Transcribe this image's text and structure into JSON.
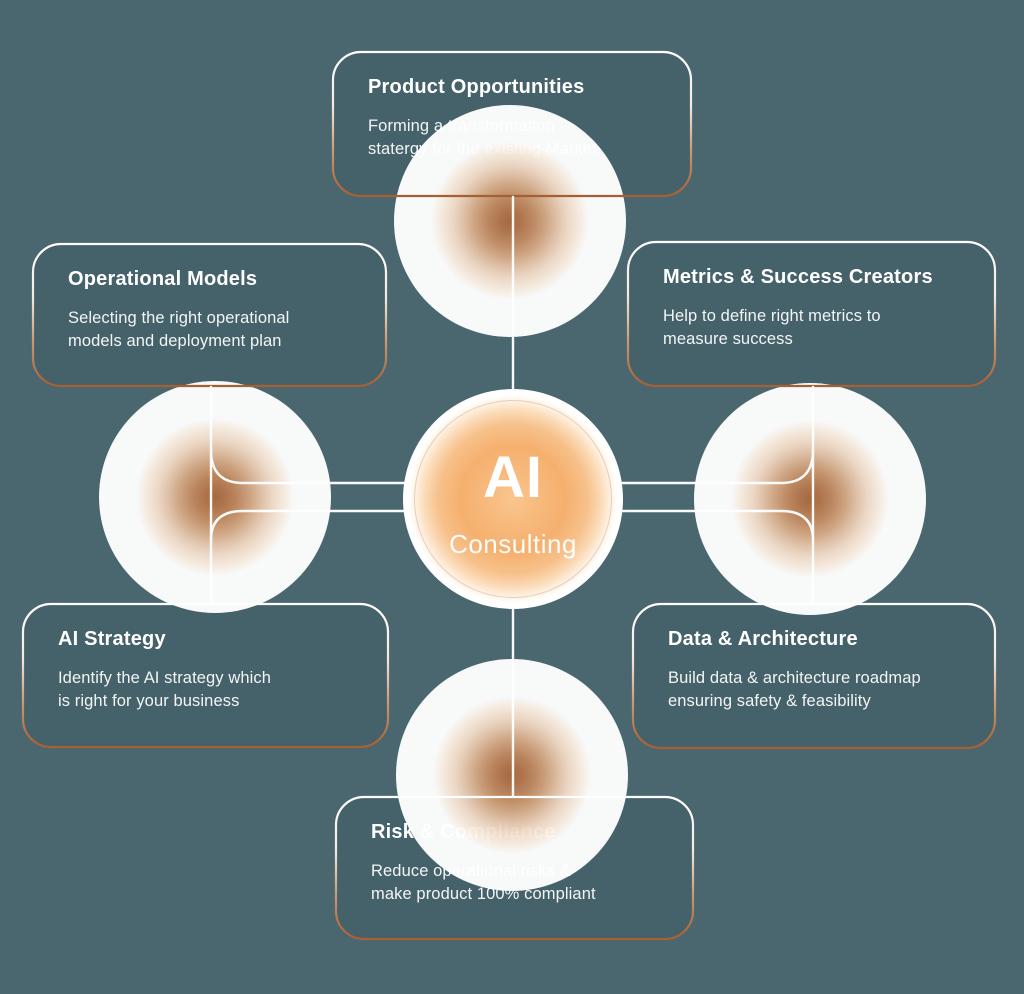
{
  "colors": {
    "background": "#4a6770",
    "copper_accent": "#a55f33",
    "line_white": "#ffffff",
    "center_orange": "#f5b470",
    "glow_brown": "#a96a3c"
  },
  "center": {
    "title": "AI",
    "subtitle": "Consulting"
  },
  "nodes": [
    {
      "id": "product-opportunities",
      "position": "top",
      "title": "Product Opportunities",
      "description": "Forming a transformation\nstatergy for the existing Market"
    },
    {
      "id": "operational-models",
      "position": "left-top",
      "title": "Operational Models",
      "description": "Selecting the right operational\nmodels and deployment plan"
    },
    {
      "id": "metrics-success-creators",
      "position": "right-top",
      "title": "Metrics & Success Creators",
      "description": "Help to define right metrics to\nmeasure success"
    },
    {
      "id": "ai-strategy",
      "position": "left-bottom",
      "title": "AI Strategy",
      "description": "Identify the AI strategy which\nis right for your business"
    },
    {
      "id": "data-architecture",
      "position": "right-bottom",
      "title": "Data & Architecture",
      "description": "Build data & architecture roadmap\nensuring safety & feasibility"
    },
    {
      "id": "risk-compliance",
      "position": "bottom",
      "title": "Risk & Compliance",
      "description": "Reduce operational risks &\nmake product 100% compliant"
    }
  ]
}
